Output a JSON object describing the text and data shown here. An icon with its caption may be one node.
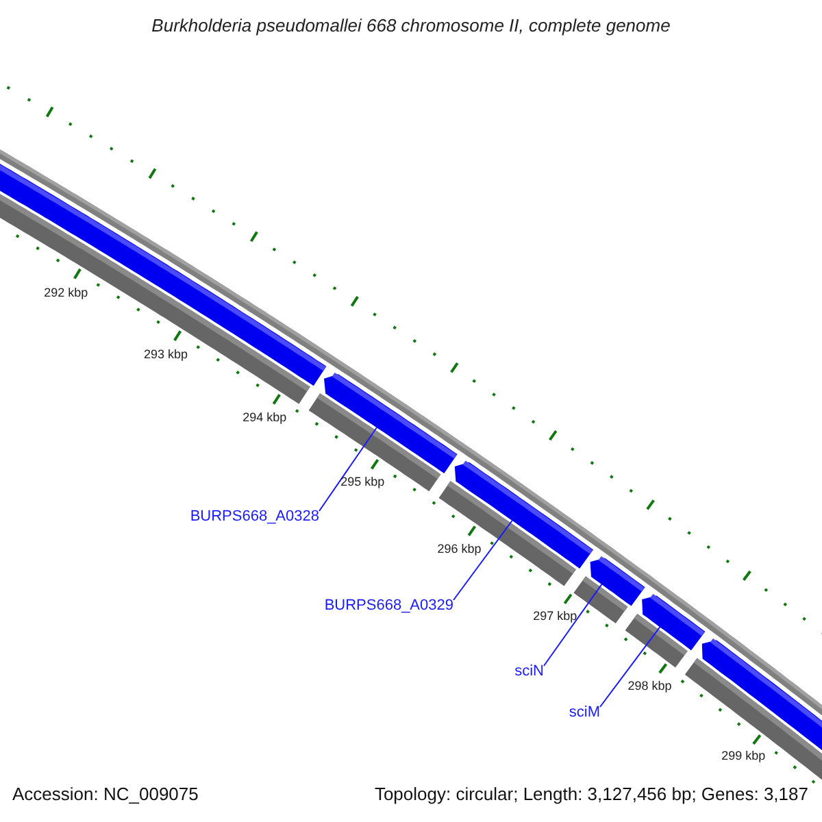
{
  "diagram": {
    "title": "Burkholderia pseudomallei 668 chromosome II, complete genome",
    "nodes": [
      {
        "text": [],
        "shape": "arrow"
      },
      {
        "text": [],
        "shape": "arrow"
      },
      {
        "text": [],
        "shape": "arrow"
      },
      {
        "text": [],
        "shape": "arrow"
      },
      {
        "text": [],
        "shape": "arrow"
      },
      {
        "text": [],
        "shape": "arrow"
      },
      {
        "text": [
          "BURPS668_A0328"
        ]
      },
      {
        "text": [
          "BURPS668_A0329"
        ]
      },
      {
        "text": [
          "sciN"
        ]
      },
      {
        "text": [
          "sciM"
        ]
      }
    ],
    "edges": [
      {
        "from": 6,
        "to": 1,
        "arrow": "none"
      },
      {
        "from": 7,
        "to": 2,
        "arrow": "none"
      },
      {
        "from": 8,
        "to": 3,
        "arrow": "none"
      },
      {
        "from": 9,
        "to": 4,
        "arrow": "none"
      }
    ],
    "labels": [
      "292 kbp",
      "293 kbp",
      "294 kbp",
      "295 kbp",
      "296 kbp",
      "297 kbp",
      "298 kbp",
      "299 kbp",
      "Accession: NC_009075",
      "Topology: circular; Length: 3,127,456 bp; Genes: 3,187"
    ]
  }
}
